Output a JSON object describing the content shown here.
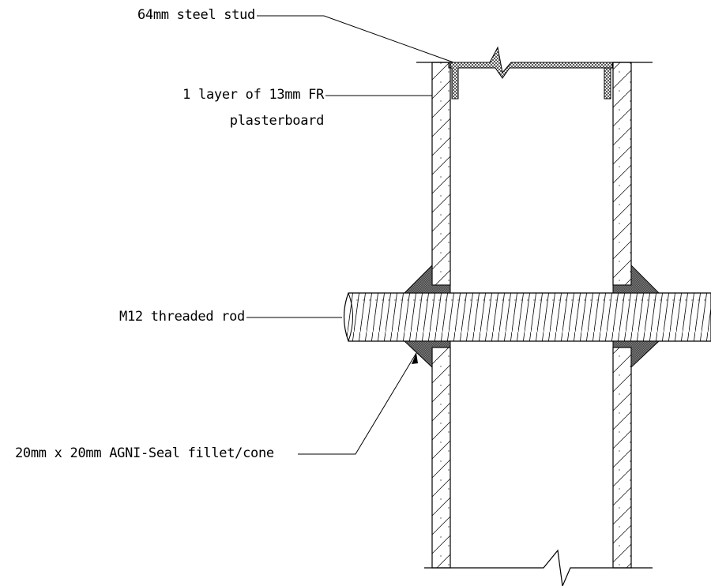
{
  "labels": {
    "steel_stud": "64mm steel stud",
    "plasterboard_line1": "1 layer of 13mm FR",
    "plasterboard_line2": "plasterboard",
    "threaded_rod": "M12 threaded rod",
    "seal": "20mm x 20mm AGNI-Seal fillet/cone"
  },
  "colors": {
    "line": "#000000",
    "sealant": "#5a5a5a",
    "background": "#ffffff"
  }
}
